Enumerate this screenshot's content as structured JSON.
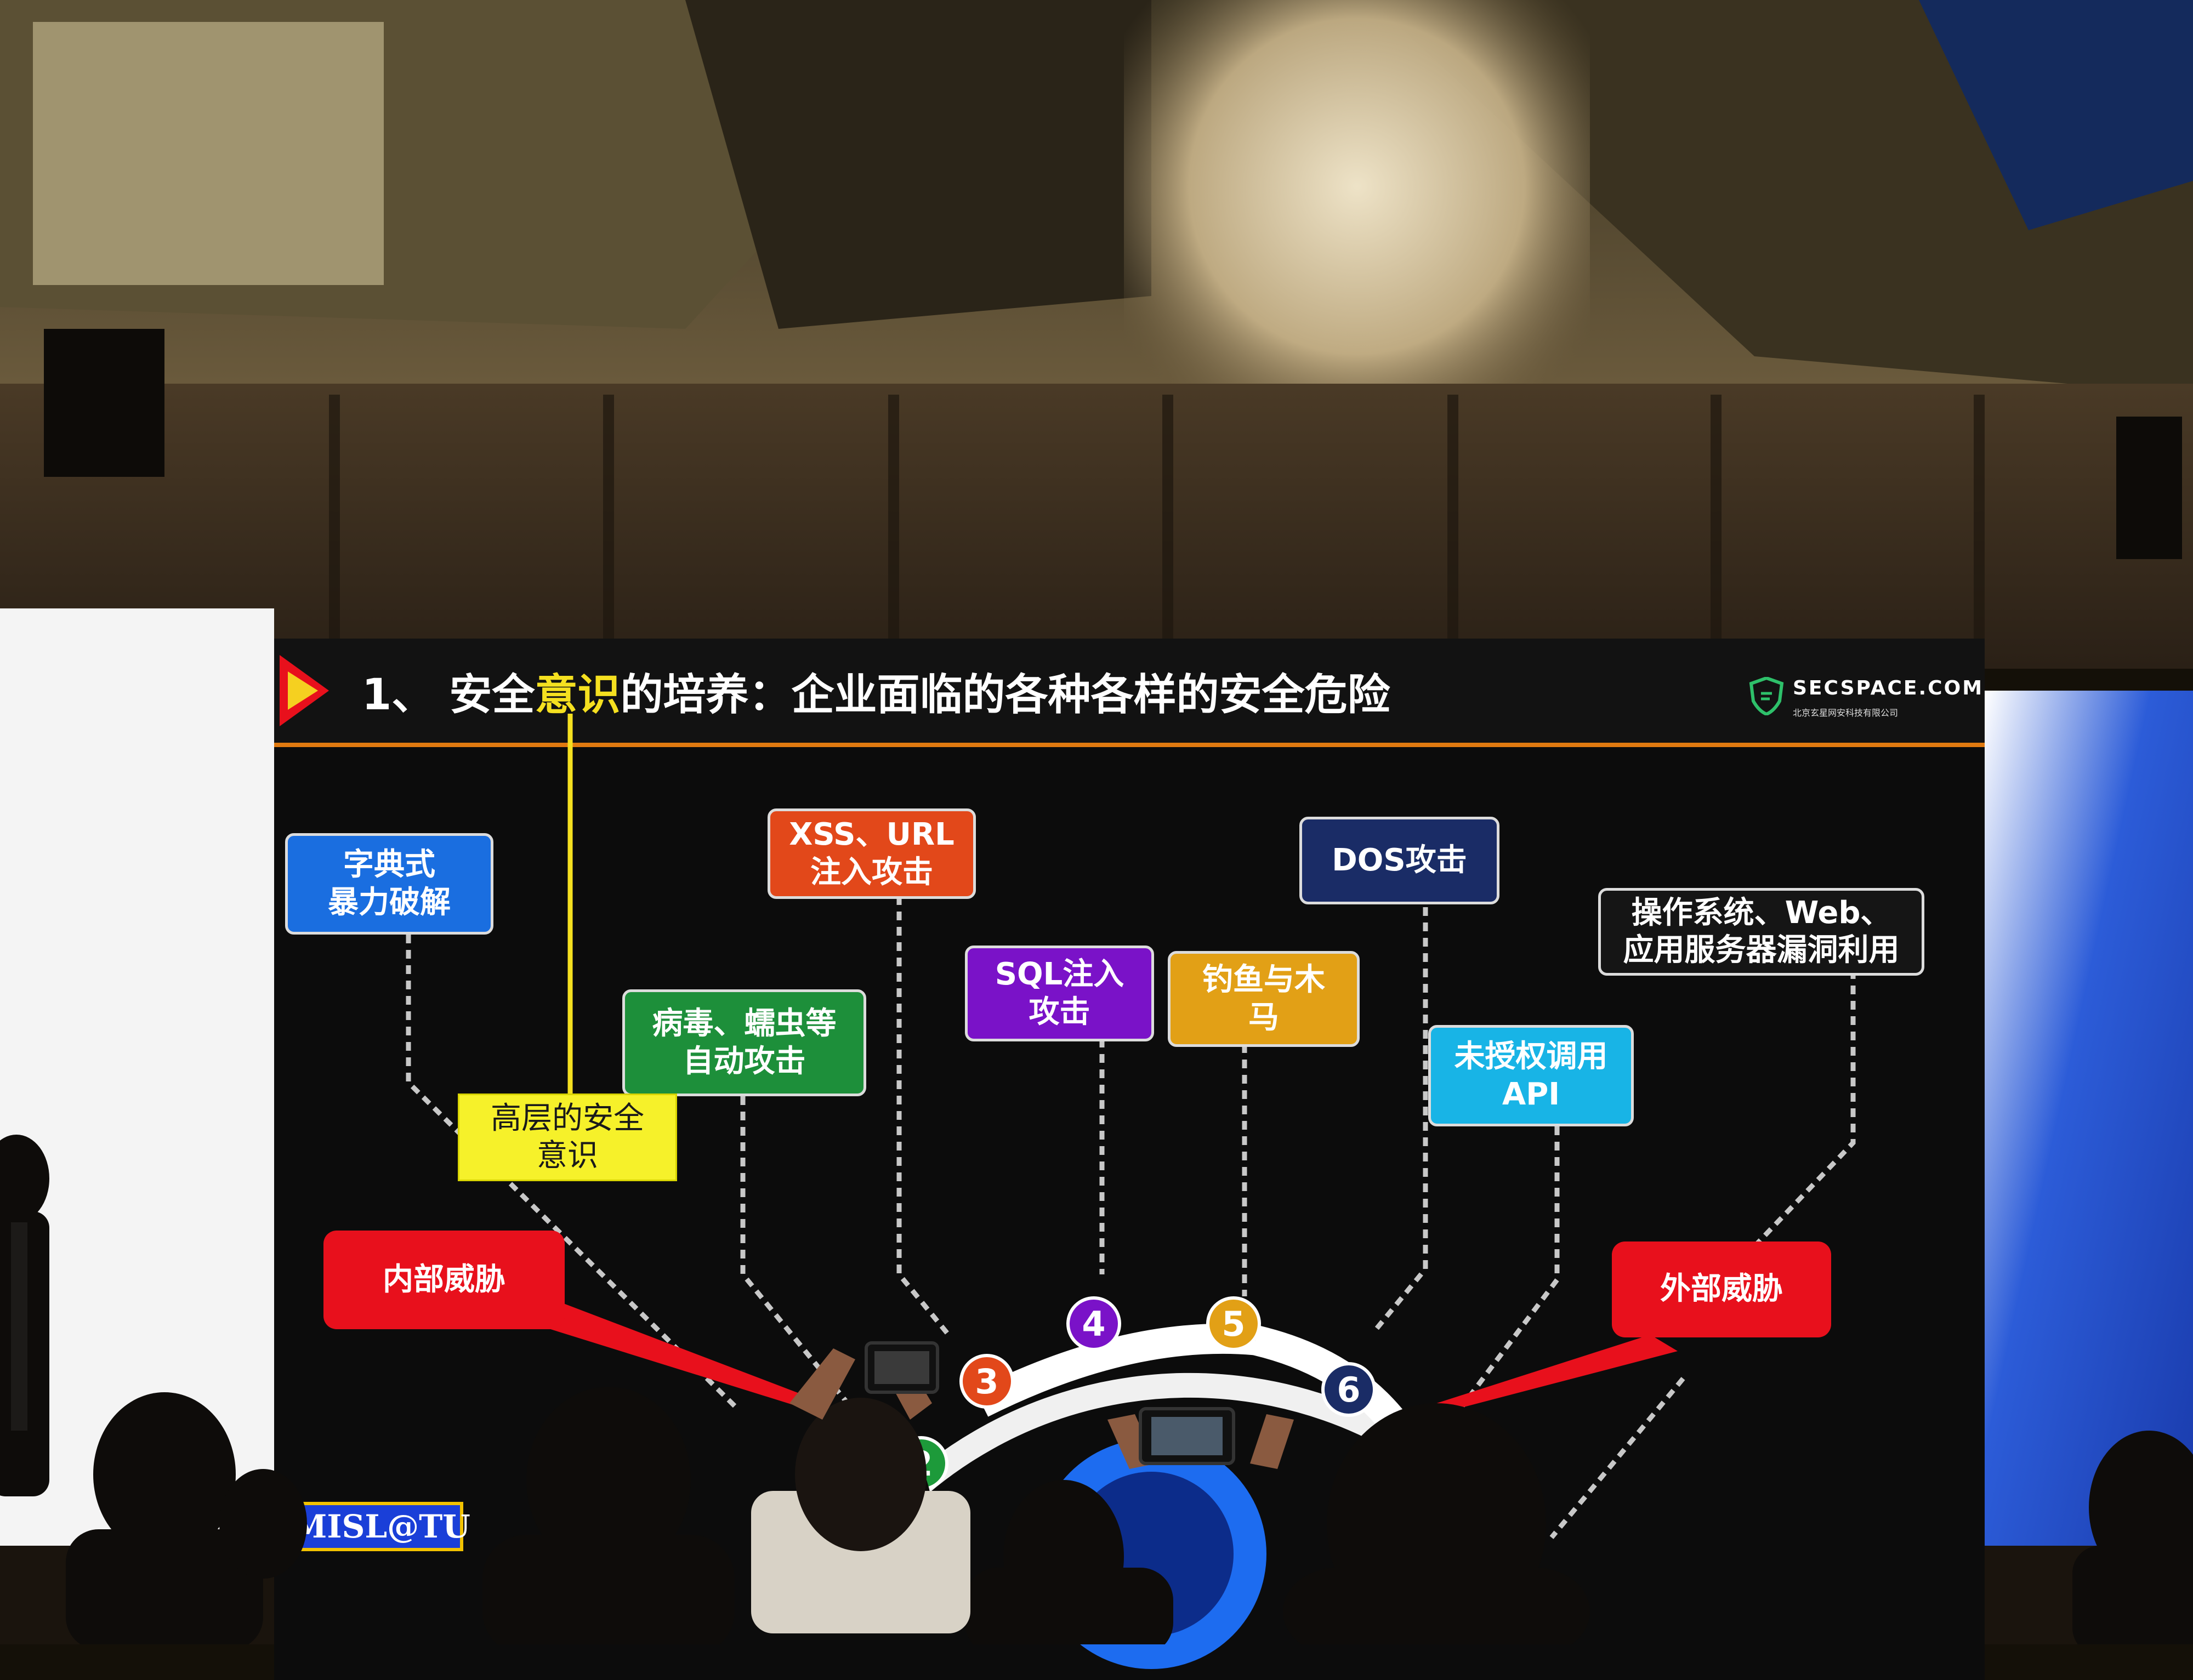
{
  "slide": {
    "title_prefix": "1、 安全",
    "title_highlight": "意识",
    "title_suffix": "的培养：企业面临的各种各样的安全危险",
    "logo_name": "SECSPACE.COM",
    "logo_sub": "北京玄星网安科技有限公司",
    "boxes": {
      "dictionary": "字典式\n暴力破解",
      "xss": "XSS、URL\n注入攻击",
      "dos": "DOS攻击",
      "os": "操作系统、Web、\n应用服务器漏洞利用",
      "virus": "病毒、蠕虫等\n自动攻击",
      "sql": "SQL注入\n攻击",
      "phishing": "钓鱼与木\n马",
      "api": "未授权调用\nAPI",
      "senior": "高层的安全\n意识",
      "internal": "内部威胁",
      "external": "外部威胁"
    },
    "numbers": [
      "2",
      "3",
      "4",
      "5",
      "6"
    ]
  },
  "venue": {
    "badge": "MISL@TU"
  },
  "colors": {
    "title_highlight": "#f5e020",
    "underline": "#e07a10",
    "threat_red": "#e8101c"
  }
}
